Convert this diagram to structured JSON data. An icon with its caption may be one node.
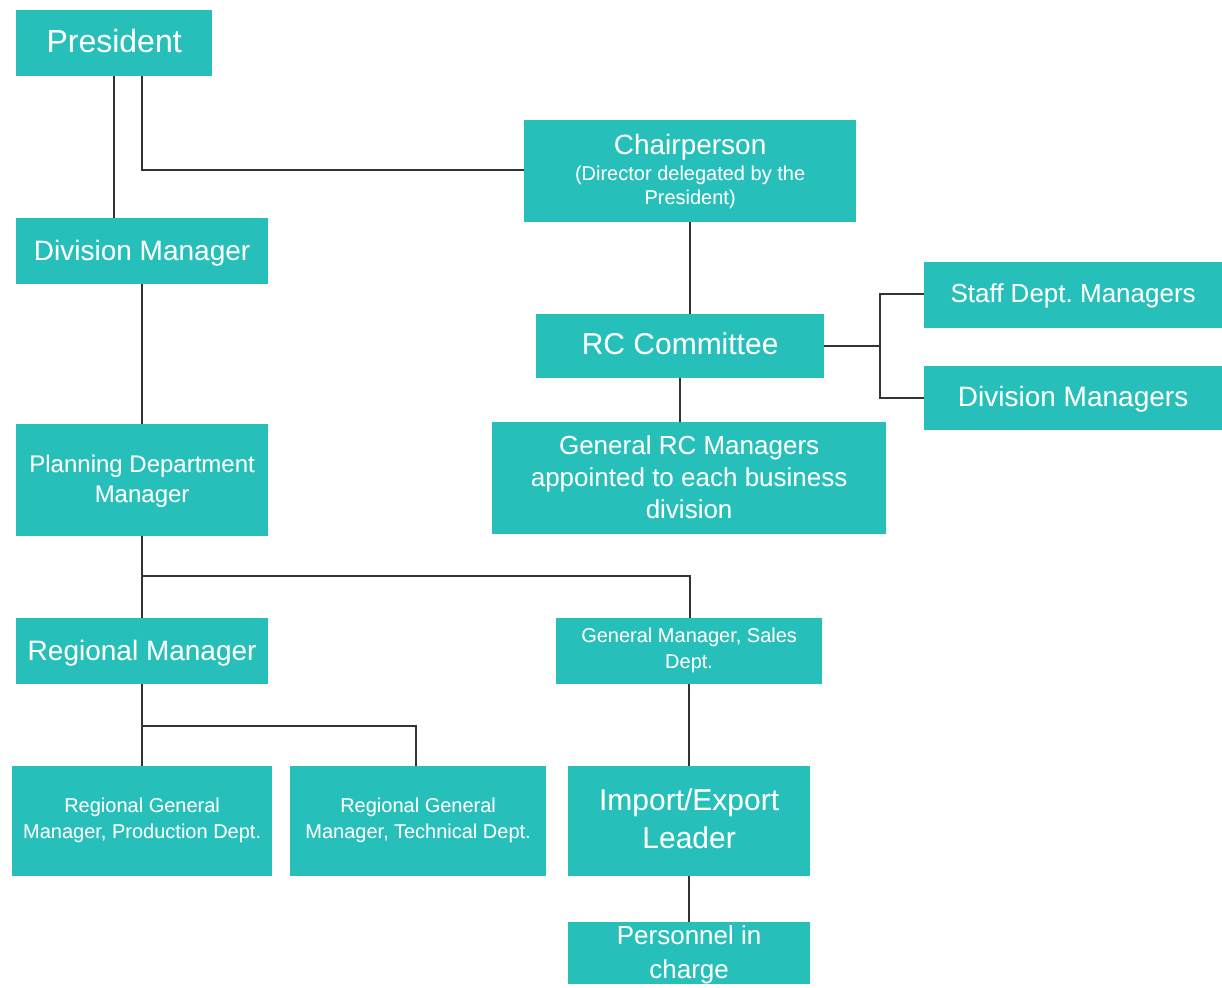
{
  "diagram": {
    "nodes": [
      {
        "text": [
          "President"
        ]
      },
      {
        "text": [
          "Chairperson",
          "(Director delegated by the President)"
        ]
      },
      {
        "text": [
          "Division Manager"
        ]
      },
      {
        "text": [
          "Staff Dept. Managers"
        ]
      },
      {
        "text": [
          "RC Committee"
        ]
      },
      {
        "text": [
          "Division Managers"
        ]
      },
      {
        "text": [
          "General RC Managers appointed to each business division"
        ]
      },
      {
        "text": [
          "Planning Department Manager"
        ]
      },
      {
        "text": [
          "Regional Manager"
        ]
      },
      {
        "text": [
          "General Manager, Sales Dept."
        ]
      },
      {
        "text": [
          "Regional General Manager, Production Dept."
        ]
      },
      {
        "text": [
          "Regional General Manager, Technical Dept."
        ]
      },
      {
        "text": [
          "Import/Export Leader"
        ]
      },
      {
        "text": [
          "Personnel in charge"
        ]
      }
    ],
    "edges": [
      {
        "from": 0,
        "to": 2,
        "arrow": "none"
      },
      {
        "from": 0,
        "to": 1,
        "arrow": "none"
      },
      {
        "from": 1,
        "to": 4,
        "arrow": "none"
      },
      {
        "from": 4,
        "to": 3,
        "arrow": "none"
      },
      {
        "from": 4,
        "to": 5,
        "arrow": "none"
      },
      {
        "from": 4,
        "to": 6,
        "arrow": "none"
      },
      {
        "from": 2,
        "to": 7,
        "arrow": "none"
      },
      {
        "from": 7,
        "to": 8,
        "arrow": "none"
      },
      {
        "from": 7,
        "to": 9,
        "arrow": "none"
      },
      {
        "from": 8,
        "to": 10,
        "arrow": "none"
      },
      {
        "from": 8,
        "to": 11,
        "arrow": "none"
      },
      {
        "from": 9,
        "to": 12,
        "arrow": "none"
      },
      {
        "from": 12,
        "to": 13,
        "arrow": "none"
      }
    ]
  }
}
